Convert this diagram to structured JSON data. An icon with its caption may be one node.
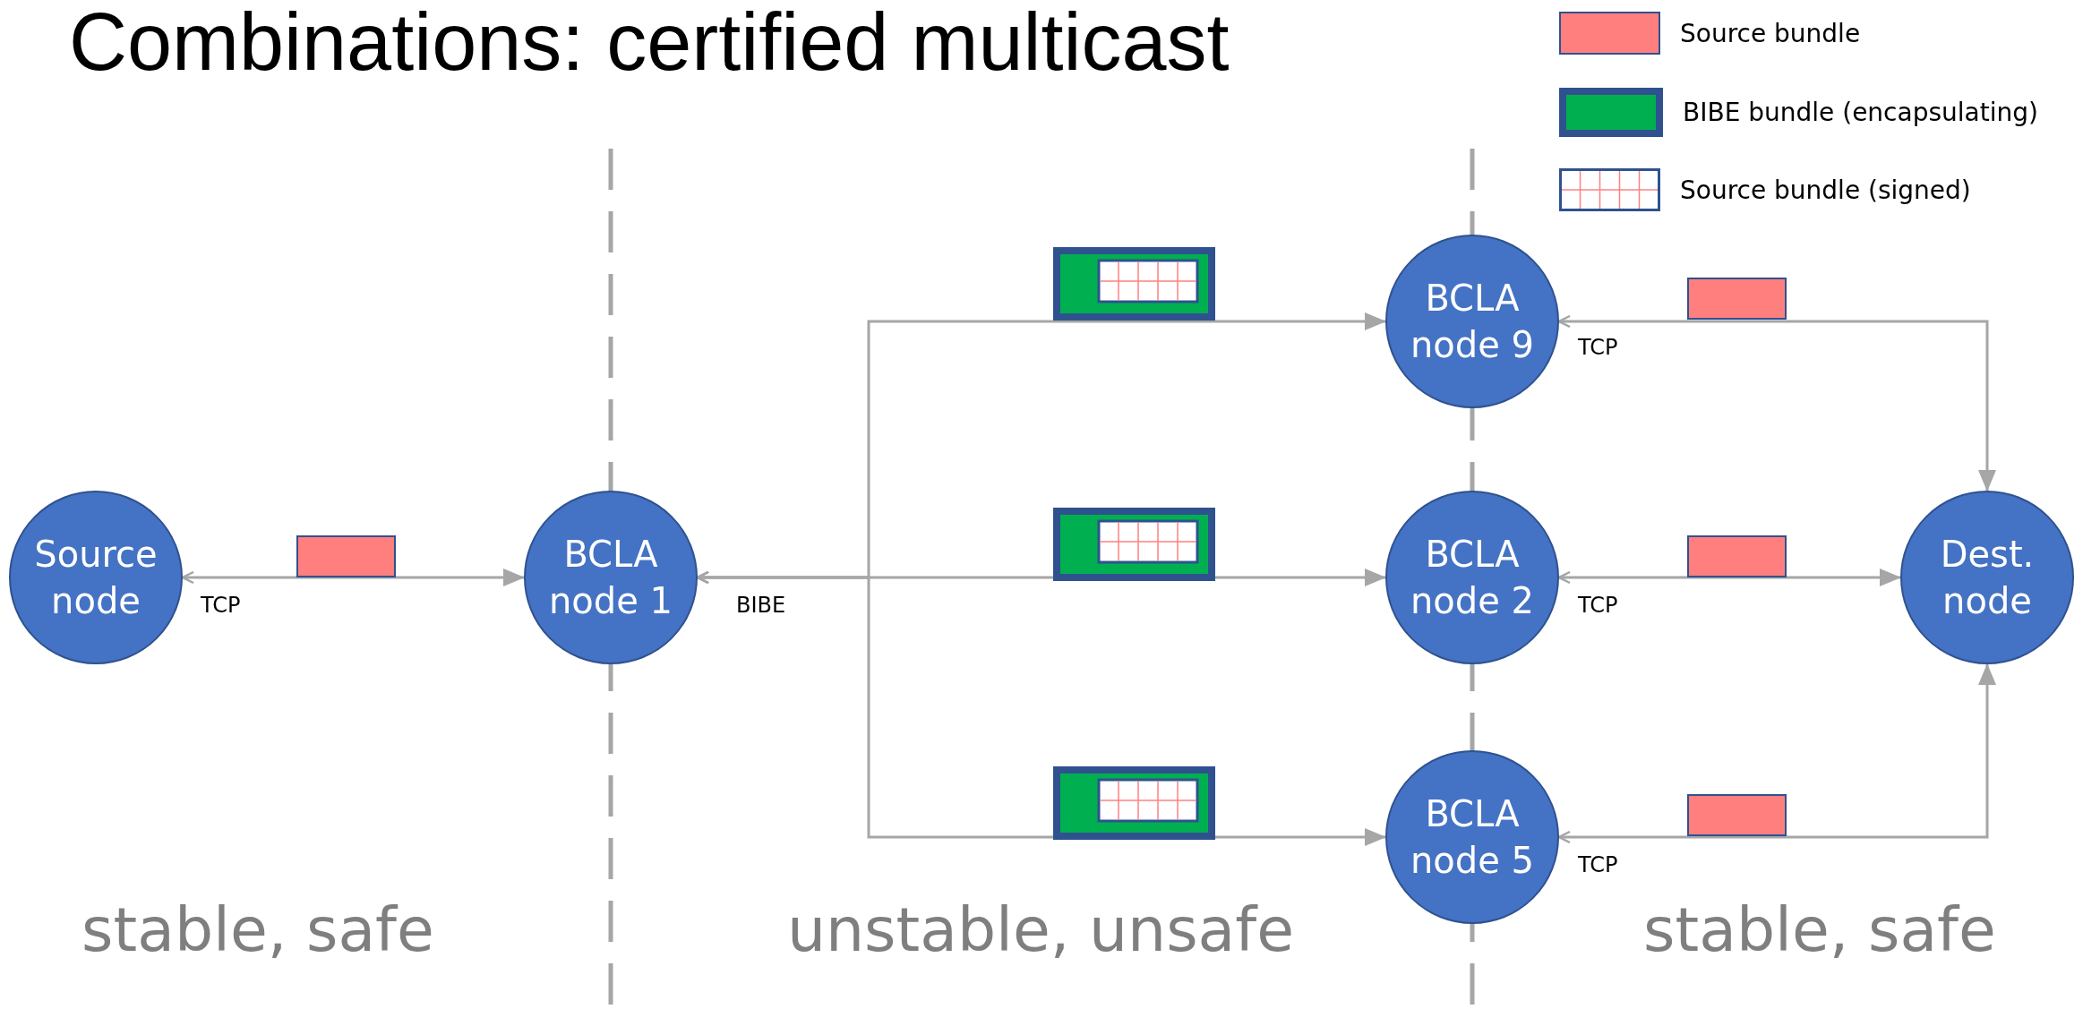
{
  "diagram": {
    "title": "Combinations: certified multicast",
    "nodes": [
      {
        "text": [
          "Source node"
        ]
      },
      {
        "text": [
          "BCLA node 1"
        ]
      },
      {
        "text": [
          "BCLA node 9"
        ]
      },
      {
        "text": [
          "BCLA node 2"
        ]
      },
      {
        "text": [
          "BCLA node 5"
        ]
      },
      {
        "text": [
          "Dest. node"
        ]
      }
    ],
    "edges": [
      {
        "from": 0,
        "to": 1,
        "arrow": "both",
        "label": "TCP"
      },
      {
        "from": 1,
        "to": 2,
        "arrow": "both"
      },
      {
        "from": 1,
        "to": 3,
        "arrow": "both",
        "label": "BIBE"
      },
      {
        "from": 1,
        "to": 4,
        "arrow": "both"
      },
      {
        "from": 2,
        "to": 5,
        "arrow": "both",
        "label": "TCP"
      },
      {
        "from": 3,
        "to": 5,
        "arrow": "both",
        "label": "TCP"
      },
      {
        "from": 4,
        "to": 5,
        "arrow": "both",
        "label": "TCP"
      }
    ],
    "labels": [
      "stable, safe",
      "unstable, unsafe",
      "stable, safe"
    ],
    "legend": [
      {
        "text": "Source bundle",
        "color": "#ff7f7f"
      },
      {
        "text": "BIBE bundle (encapsulating)",
        "color": "#00b050"
      },
      {
        "text": "Source bundle (signed)"
      }
    ]
  }
}
